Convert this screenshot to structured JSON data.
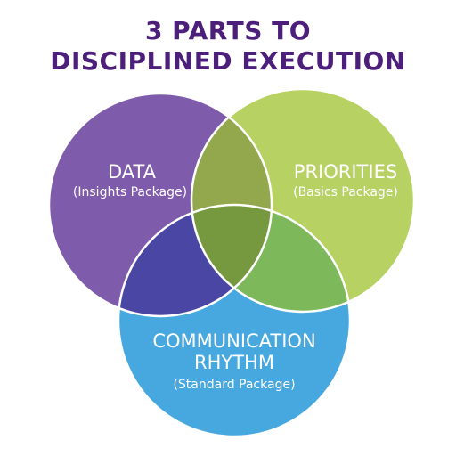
{
  "title": {
    "line1": "3 PARTS TO",
    "line2": "DISCIPLINED EXECUTION"
  },
  "colors": {
    "title": "#4b1f7a",
    "data_circle": "#7f5bab",
    "priorities_circle": "#b7d163",
    "communication_circle": "#47a8e0",
    "overlap_data_priorities": "#93a74d",
    "overlap_data_communication": "#4a46a3",
    "overlap_priorities_communication": "#7db85a",
    "overlap_center": "#76983f",
    "outline": "#ffffff",
    "label_text": "#ffffff"
  },
  "circles": {
    "data": {
      "name": "DATA",
      "package": "(Insights Package)"
    },
    "priorities": {
      "name": "PRIORITIES",
      "package": "(Basics Package)"
    },
    "communication": {
      "name_line1": "COMMUNICATION",
      "name_line2": "RHYTHM",
      "package": "(Standard Package)"
    }
  }
}
